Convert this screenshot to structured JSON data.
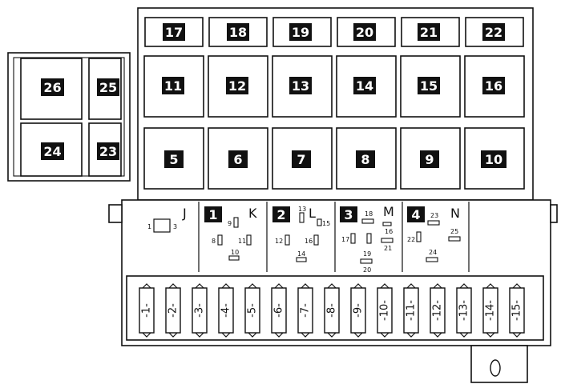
{
  "top_row_labels": [
    "17",
    "18",
    "19",
    "20",
    "21",
    "22"
  ],
  "upper_relay_labels": [
    "11",
    "12",
    "13",
    "14",
    "15",
    "16"
  ],
  "lower_relay_labels": [
    "5",
    "6",
    "7",
    "8",
    "9",
    "10"
  ],
  "side_block_labels": [
    "26",
    "25",
    "24",
    "23"
  ],
  "sections": [
    {
      "letter": "J",
      "tag": "",
      "numbers": [
        "1",
        "3"
      ]
    },
    {
      "letter": "K",
      "tag": "1",
      "numbers": [
        "9",
        "8",
        "11",
        "10"
      ]
    },
    {
      "letter": "L",
      "tag": "2",
      "numbers": [
        "13",
        "15",
        "12",
        "16",
        "14"
      ]
    },
    {
      "letter": "M",
      "tag": "3",
      "numbers": [
        "18",
        "16",
        "17",
        "21",
        "19",
        "20"
      ]
    },
    {
      "letter": "N",
      "tag": "4",
      "numbers": [
        "23",
        "25",
        "22",
        "24"
      ]
    }
  ],
  "fuse_labels": [
    "-1-",
    "-2-",
    "-3-",
    "-4-",
    "-5-",
    "-6-",
    "-7-",
    "-8-",
    "-9-",
    "-10-",
    "-11-",
    "-12-",
    "-13-",
    "-14-",
    "-15-"
  ],
  "colors": {
    "ink": "#111111",
    "paper": "#ffffff",
    "tag_fill": "#111111"
  }
}
